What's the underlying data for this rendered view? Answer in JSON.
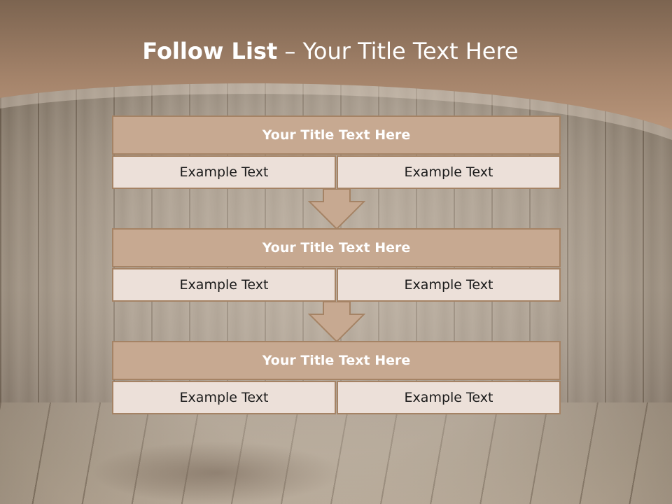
{
  "title": {
    "bold": "Follow List",
    "rest": " – Your Title Text Here"
  },
  "blocks": [
    {
      "title": "Your Title Text Here",
      "left": "Example Text",
      "right": "Example Text"
    },
    {
      "title": "Your Title Text Here",
      "left": "Example Text",
      "right": "Example Text"
    },
    {
      "title": "Your Title Text Here",
      "left": "Example Text",
      "right": "Example Text"
    }
  ],
  "colors": {
    "header": "#9a7a5e",
    "title_bar": "#c7a991",
    "cell": "#ece0d9",
    "border": "#a58365"
  }
}
